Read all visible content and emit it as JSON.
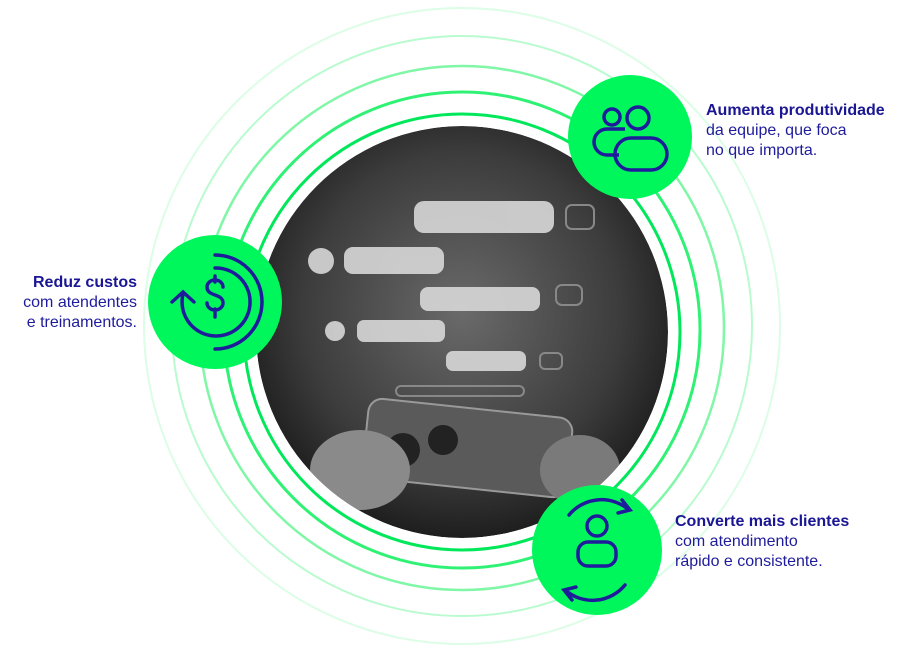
{
  "colors": {
    "accent": "#00f75c",
    "text": "#1f1c9b",
    "ring": "#00e05a"
  },
  "benefits": [
    {
      "title": "Aumenta produtividade",
      "line1": "da equipe, que foca",
      "line2": "no que importa.",
      "icon": "team-icon"
    },
    {
      "title": "Reduz custos",
      "line1": "com atendentes",
      "line2": "e treinamentos.",
      "icon": "dollar-cycle-icon"
    },
    {
      "title": "Converte mais clientes",
      "line1": "com atendimento",
      "line2": "rápido e consistente.",
      "icon": "user-refresh-icon"
    }
  ]
}
